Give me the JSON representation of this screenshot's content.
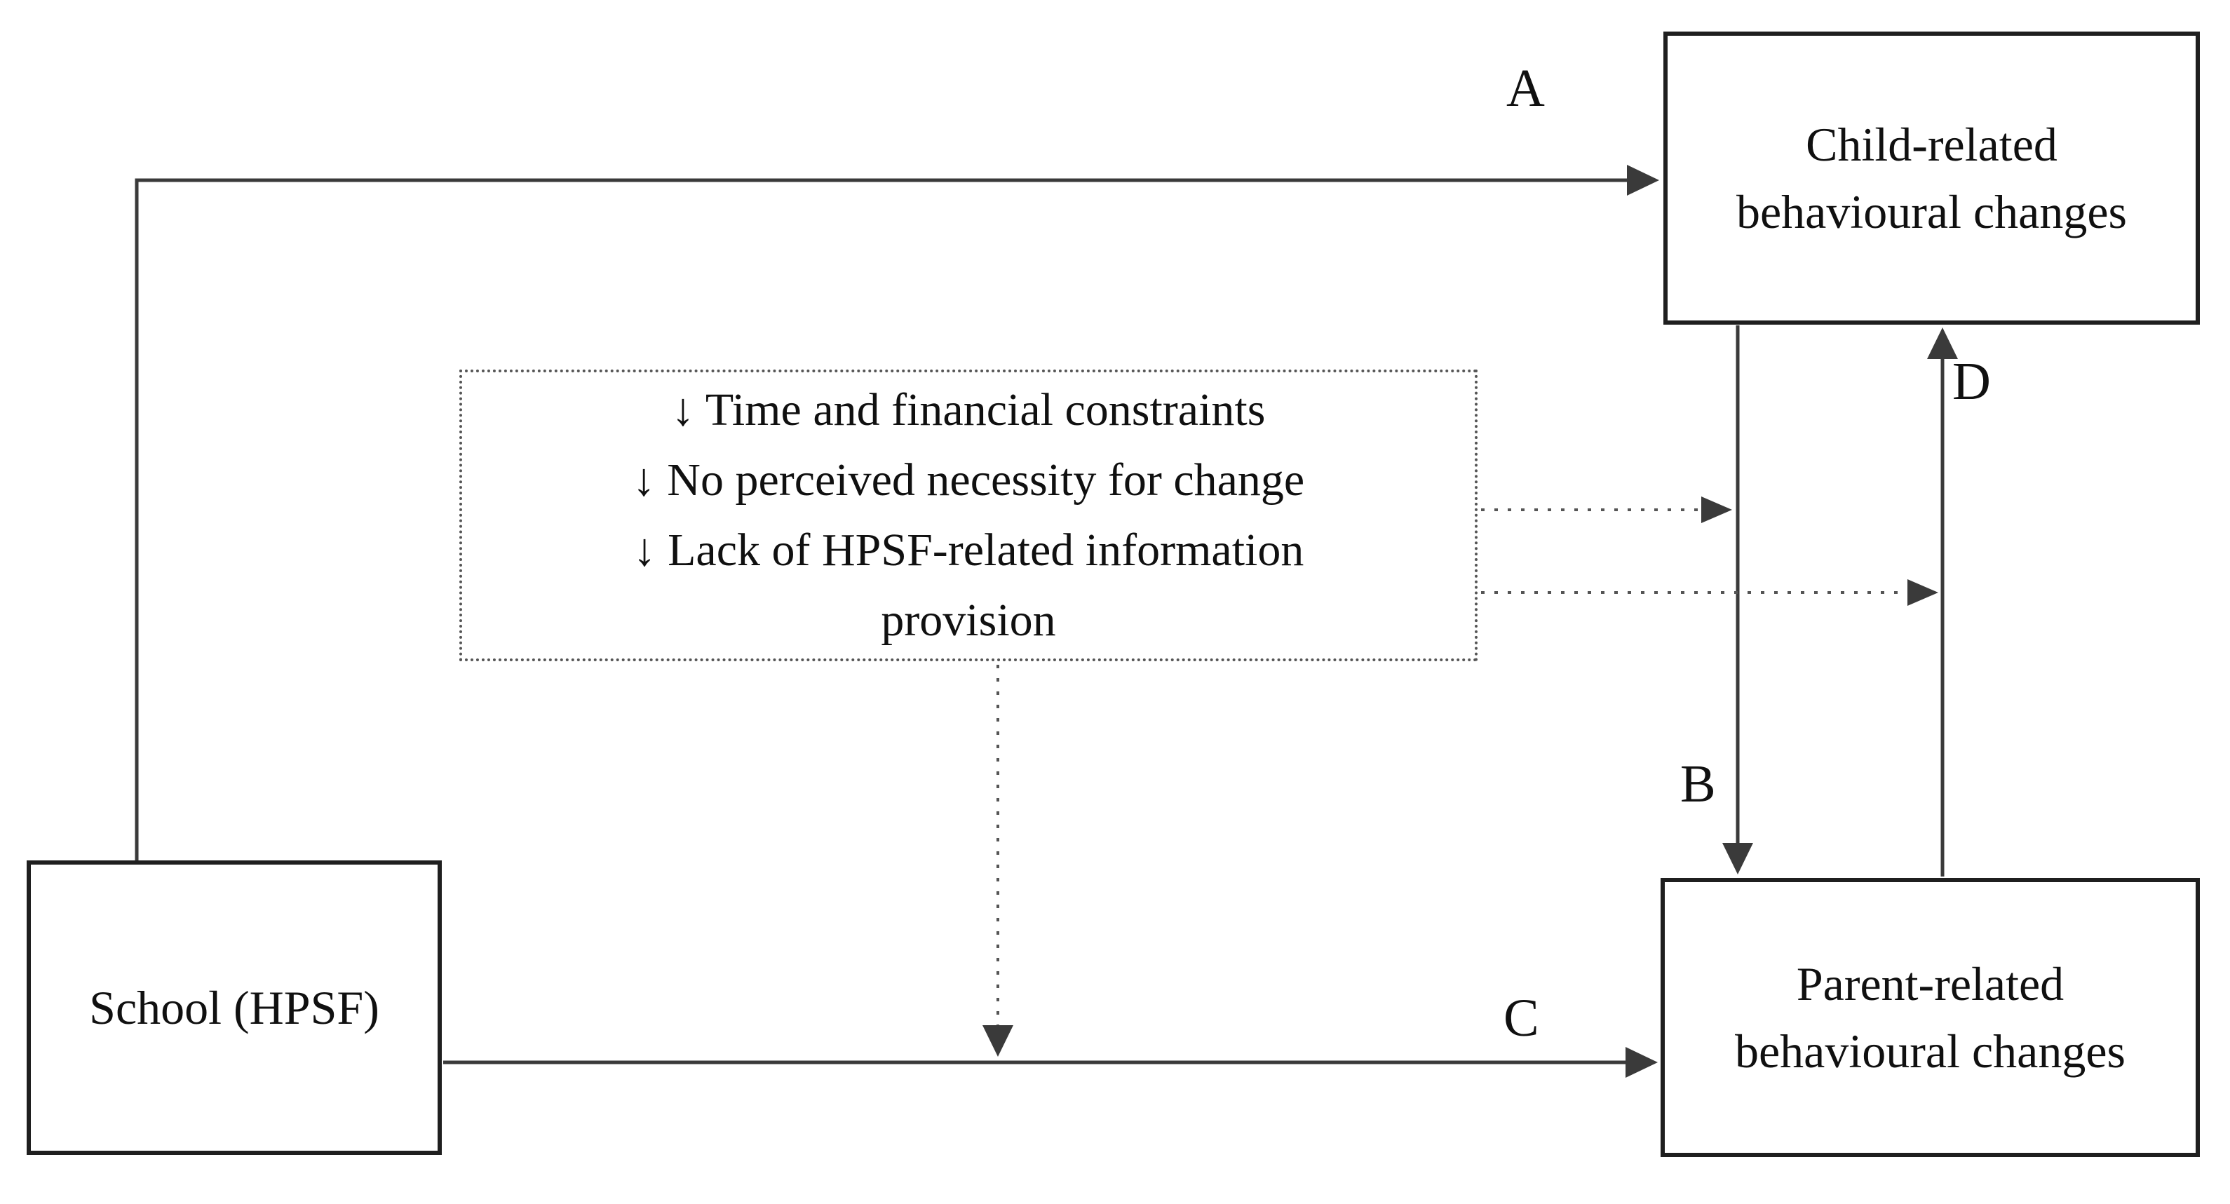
{
  "colors": {
    "background": "#ffffff",
    "line": "#3a3a3a",
    "box_border": "#1f1f1f",
    "dotted_line": "#555555",
    "text": "#101010"
  },
  "nodes": {
    "school": {
      "lines": [
        "School (HPSF)"
      ]
    },
    "child": {
      "lines": [
        "Child-related",
        "behavioural changes"
      ]
    },
    "parent": {
      "lines": [
        "Parent-related",
        "behavioural changes"
      ]
    },
    "barriers": {
      "lines": [
        "↓ Time and financial constraints",
        "↓ No perceived necessity for change",
        "↓ Lack of HPSF-related information",
        "provision"
      ]
    }
  },
  "edges": [
    {
      "label": "A",
      "from": "School (HPSF)",
      "to": "Child-related behavioural changes",
      "style": "solid"
    },
    {
      "label": "B",
      "from": "Child-related behavioural changes",
      "to": "Parent-related behavioural changes",
      "style": "solid"
    },
    {
      "label": "C",
      "from": "School (HPSF)",
      "to": "Parent-related behavioural changes",
      "style": "solid"
    },
    {
      "label": "D",
      "from": "Parent-related behavioural changes",
      "to": "Child-related behavioural changes",
      "style": "solid"
    },
    {
      "label": "",
      "from": "barriers box",
      "to": "edge B",
      "style": "dotted"
    },
    {
      "label": "",
      "from": "barriers box",
      "to": "edge D",
      "style": "dotted"
    },
    {
      "label": "",
      "from": "barriers box",
      "to": "edge C",
      "style": "dotted"
    }
  ]
}
